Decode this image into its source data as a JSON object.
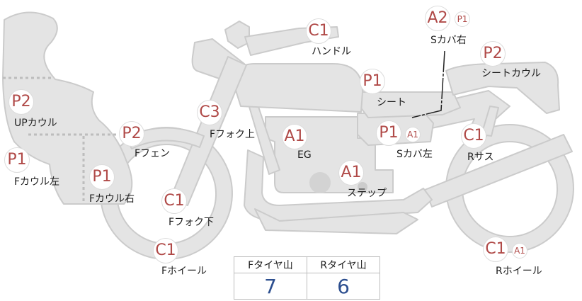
{
  "parts": [
    {
      "id": "handle",
      "grade": "C1",
      "label": "ハンドル"
    },
    {
      "id": "s-cover-right",
      "grade": "A2",
      "grade_extra": "P1",
      "label": "Sカバ右"
    },
    {
      "id": "seat-cowl",
      "grade": "P2",
      "label": "シートカウル"
    },
    {
      "id": "seat",
      "grade": "P1",
      "label": "シート"
    },
    {
      "id": "f-fork-upper",
      "grade": "C3",
      "label": "Fフォク上"
    },
    {
      "id": "engine",
      "grade": "A1",
      "label": "EG"
    },
    {
      "id": "s-cover-left",
      "grade": "P1",
      "grade_extra": "A1",
      "label": "Sカバ左"
    },
    {
      "id": "r-suspension",
      "grade": "C1",
      "label": "Rサス"
    },
    {
      "id": "up-cowl",
      "grade": "P2",
      "label": "UPカウル"
    },
    {
      "id": "f-fender",
      "grade": "P2",
      "label": "Fフェン"
    },
    {
      "id": "f-cowl-left",
      "grade": "P1",
      "label": "Fカウル左"
    },
    {
      "id": "f-cowl-right",
      "grade": "P1",
      "label": "Fカウル右"
    },
    {
      "id": "step",
      "grade": "A1",
      "label": "ステップ"
    },
    {
      "id": "f-fork-lower",
      "grade": "C1",
      "label": "Fフォク下"
    },
    {
      "id": "f-wheel",
      "grade": "C1",
      "label": "Fホイール"
    },
    {
      "id": "r-wheel",
      "grade": "C1",
      "grade_extra": "A1",
      "label": "Rホイール"
    }
  ],
  "tire_table": {
    "headers": [
      "Fタイヤ山",
      "Rタイヤ山"
    ],
    "values": [
      "7",
      "6"
    ]
  },
  "colors": {
    "body_fill": "#e4e4e4",
    "body_stroke": "#cbcbcb",
    "grade_text": "#b04a48",
    "value_text": "#2d4f8f"
  }
}
